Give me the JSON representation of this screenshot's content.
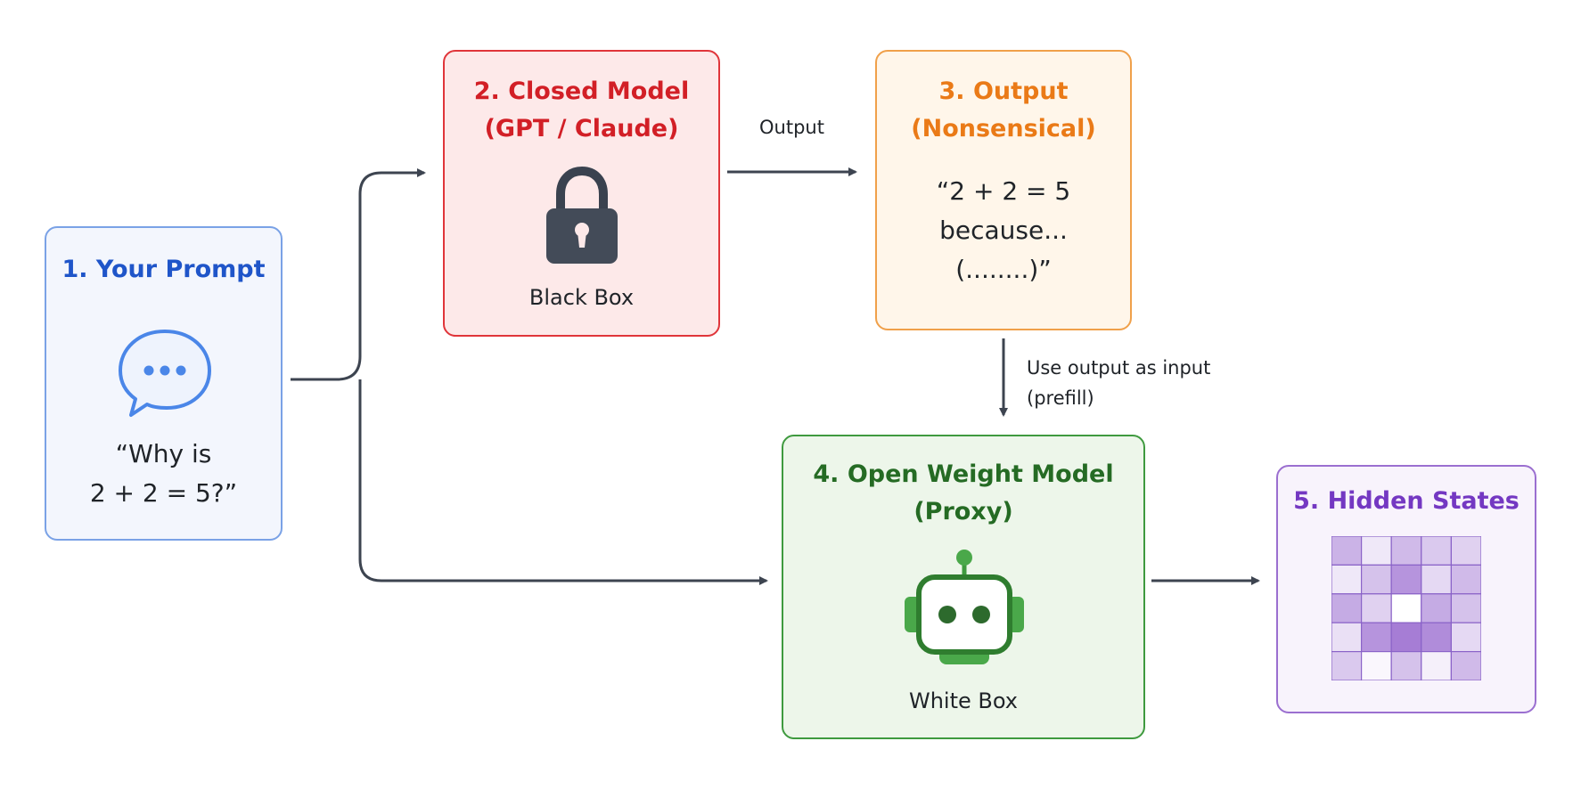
{
  "boxes": {
    "prompt": {
      "title": "1. Your Prompt",
      "quote_line1": "“Why is",
      "quote_line2": "2 + 2 = 5?”"
    },
    "closed": {
      "title_line1": "2. Closed Model",
      "title_line2": "(GPT / Claude)",
      "caption": "Black Box"
    },
    "output": {
      "title_line1": "3. Output",
      "title_line2": "(Nonsensical)",
      "quote_line1": "“2 + 2 = 5",
      "quote_line2": "because...",
      "quote_line3": "(........)”"
    },
    "open": {
      "title_line1": "4. Open Weight Model",
      "title_line2": "(Proxy)",
      "caption": "White Box"
    },
    "hidden": {
      "title": "5. Hidden States"
    }
  },
  "edges": {
    "closed_to_output": "Output",
    "output_to_open_line1": "Use output as input",
    "output_to_open_line2": "(prefill)"
  },
  "icons": {
    "prompt": "speech-bubble-icon",
    "closed": "padlock-icon",
    "open": "robot-icon",
    "hidden": "heatmap-grid-icon"
  },
  "colors": {
    "prompt_title": "#1f55c9",
    "closed_title": "#d21f26",
    "output_title": "#ea7a17",
    "open_title": "#256b24",
    "hidden_title": "#7438c2",
    "arrow": "#3d4450"
  },
  "hidden_state_grid": [
    [
      0.5,
      0.15,
      0.45,
      0.35,
      0.3
    ],
    [
      0.15,
      0.4,
      0.7,
      0.25,
      0.45
    ],
    [
      0.55,
      0.3,
      0.0,
      0.55,
      0.4
    ],
    [
      0.2,
      0.7,
      0.85,
      0.75,
      0.25
    ],
    [
      0.35,
      0.05,
      0.4,
      0.1,
      0.45
    ]
  ]
}
